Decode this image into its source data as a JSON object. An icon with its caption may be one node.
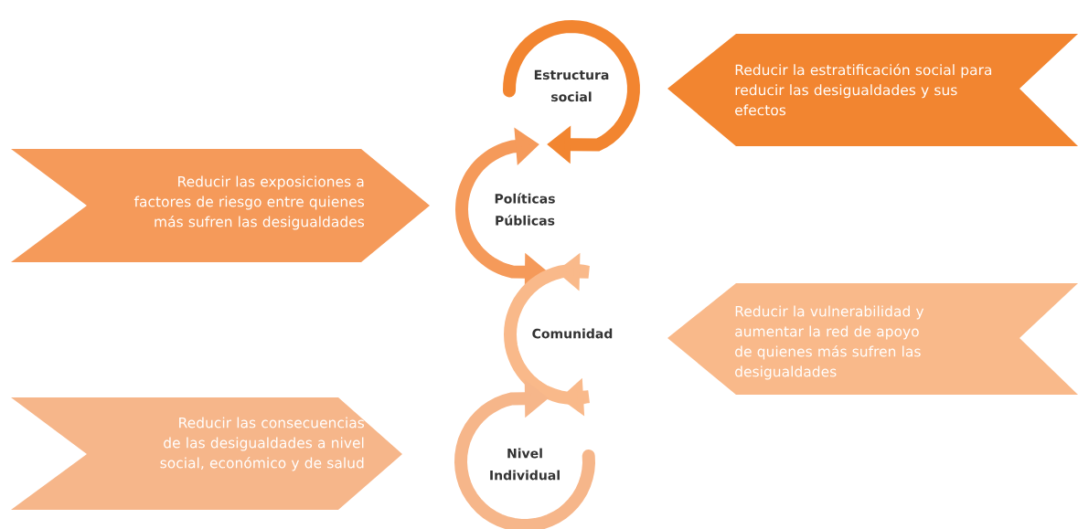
{
  "diagram": {
    "nodes": [
      {
        "text": [
          "Reducir la estratificación social para reducir las desigualdades y sus efectos"
        ]
      },
      {
        "text": [
          "Reducir las exposiciones a factores de riesgo entre quienes más sufren las desigualdades"
        ]
      },
      {
        "text": [
          "Reducir la vulnerabilidad y aumentar la red de apoyo de quienes más sufren las desigualdades"
        ]
      },
      {
        "text": [
          "Reducir las consecuencias de las desigualdades a nivel social, económico y de salud"
        ]
      }
    ],
    "labels": [
      "Estructura social",
      "Políticas Públicas",
      "Comunidad",
      "Nivel Individual"
    ]
  }
}
